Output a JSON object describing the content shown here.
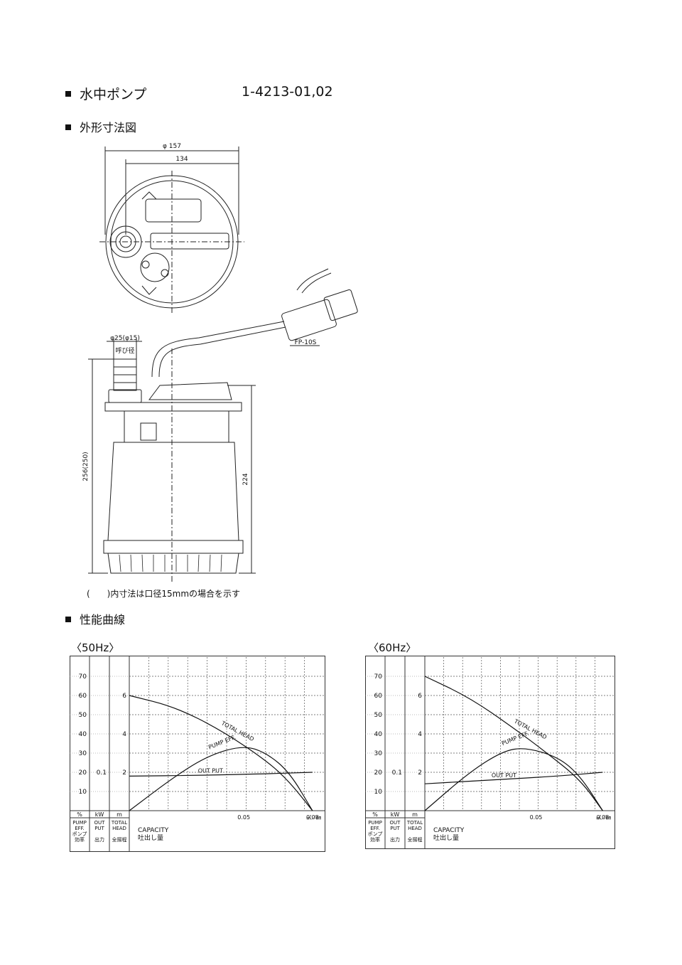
{
  "header": {
    "title": "水中ポンプ",
    "code": "1-4213-01,02"
  },
  "sections": {
    "dimensions": "外形寸法図",
    "performance": "性能曲線"
  },
  "drawing": {
    "dia_outer": "φ 157",
    "dim_134": "134",
    "hose_dia": "φ25(φ15)",
    "hose_label": "呼び径",
    "height_total": "256(250)",
    "height_body": "224",
    "plug": "FP-10S",
    "note": "(　　)内寸法は口径15mmの場合を示す"
  },
  "chart_data": [
    {
      "type": "line",
      "title": "〈50Hz〉",
      "xlabel": "CAPACITY 吐出し量",
      "x_unit": "㎥／㎜",
      "x_ticks": [
        "0.05",
        "0.08"
      ],
      "xlim": [
        0,
        0.085
      ],
      "axes": [
        {
          "unit": "%",
          "label": [
            "PUMP",
            "EFF.",
            "ポンプ",
            "効率"
          ],
          "ticks": [
            "10",
            "20",
            "30",
            "40",
            "50",
            "60",
            "70"
          ],
          "lim": [
            0,
            80
          ]
        },
        {
          "unit": "kW",
          "label": [
            "OUT",
            "PUT",
            "",
            "出力"
          ],
          "ticks": [
            "0.1"
          ],
          "lim": [
            0,
            0.4
          ]
        },
        {
          "unit": "m",
          "label": [
            "TOTAL",
            "HEAD",
            "",
            "全揚程"
          ],
          "ticks": [
            "2",
            "4",
            "6"
          ],
          "lim": [
            0,
            8
          ]
        }
      ],
      "series": [
        {
          "name": "TOTAL HEAD",
          "axis": "m",
          "points": [
            [
              0,
              6.0
            ],
            [
              0.02,
              5.4
            ],
            [
              0.04,
              4.2
            ],
            [
              0.06,
              2.6
            ],
            [
              0.07,
              1.5
            ],
            [
              0.08,
              0
            ]
          ]
        },
        {
          "name": "PUMP EFF.",
          "axis": "%",
          "points": [
            [
              0,
              0
            ],
            [
              0.02,
              18
            ],
            [
              0.035,
              29
            ],
            [
              0.05,
              34
            ],
            [
              0.06,
              30
            ],
            [
              0.07,
              20
            ],
            [
              0.08,
              0
            ]
          ]
        },
        {
          "name": "OUT PUT",
          "axis": "kW",
          "points": [
            [
              0,
              0.09
            ],
            [
              0.03,
              0.092
            ],
            [
              0.06,
              0.096
            ],
            [
              0.08,
              0.1
            ]
          ]
        }
      ]
    },
    {
      "type": "line",
      "title": "〈60Hz〉",
      "xlabel": "CAPACITY 吐出し量",
      "x_unit": "㎥／㎜",
      "x_ticks": [
        "0.05",
        "0.08"
      ],
      "xlim": [
        0,
        0.085
      ],
      "axes": [
        {
          "unit": "%",
          "label": [
            "PUMP",
            "EFF.",
            "ポンプ",
            "効率"
          ],
          "ticks": [
            "10",
            "20",
            "30",
            "40",
            "50",
            "60",
            "70"
          ],
          "lim": [
            0,
            80
          ]
        },
        {
          "unit": "kW",
          "label": [
            "OUT",
            "PUT",
            "",
            "出力"
          ],
          "ticks": [
            "0.1"
          ],
          "lim": [
            0,
            0.4
          ]
        },
        {
          "unit": "m",
          "label": [
            "TOTAL",
            "HEAD",
            "",
            "全揚程"
          ],
          "ticks": [
            "2",
            "4",
            "6"
          ],
          "lim": [
            0,
            8
          ]
        }
      ],
      "series": [
        {
          "name": "TOTAL HEAD",
          "axis": "m",
          "points": [
            [
              0,
              7.0
            ],
            [
              0.02,
              5.9
            ],
            [
              0.04,
              4.3
            ],
            [
              0.055,
              3.0
            ],
            [
              0.07,
              1.6
            ],
            [
              0.08,
              0
            ]
          ]
        },
        {
          "name": "PUMP EFF.",
          "axis": "%",
          "points": [
            [
              0,
              0
            ],
            [
              0.02,
              20
            ],
            [
              0.035,
              31
            ],
            [
              0.045,
              33
            ],
            [
              0.06,
              28
            ],
            [
              0.07,
              18
            ],
            [
              0.08,
              0
            ]
          ]
        },
        {
          "name": "OUT PUT",
          "axis": "kW",
          "points": [
            [
              0,
              0.07
            ],
            [
              0.03,
              0.08
            ],
            [
              0.06,
              0.09
            ],
            [
              0.08,
              0.1
            ]
          ]
        }
      ]
    }
  ]
}
